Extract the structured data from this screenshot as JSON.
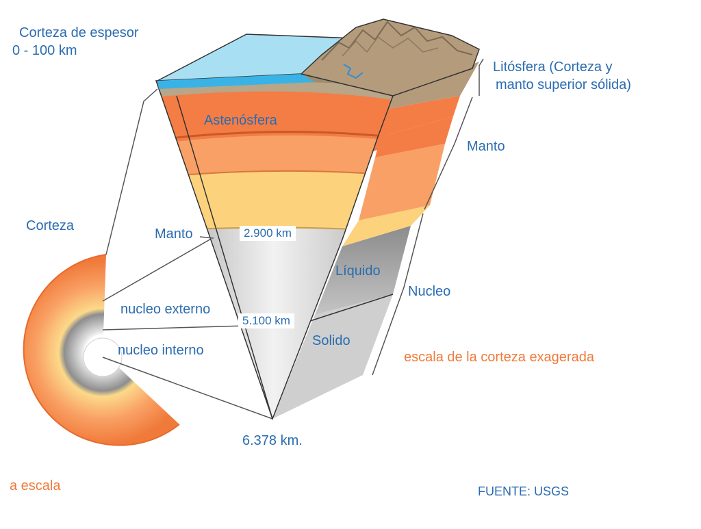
{
  "labels": {
    "crust_thickness": "Corteza de espesor",
    "crust_range": "0 - 100 km",
    "lithosphere_1": "Litósfera (Corteza y",
    "lithosphere_2": "manto superior sólida)",
    "asthenosphere": "Astenósfera",
    "mantle_right": "Manto",
    "crust_left": "Corteza",
    "mantle_left": "Manto",
    "depth_2900": "2.900 km",
    "liquid": "Líquido",
    "nucleus": "Nucleo",
    "outer_core": "nucleo externo",
    "depth_5100": "5.100 km",
    "inner_core": "nucleo interno",
    "solid": "Solido",
    "exaggerated_scale": "escala de la corteza exagerada",
    "depth_6378": "6.378 km.",
    "to_scale": "a escala",
    "source": "FUENTE: USGS"
  },
  "colors": {
    "label_blue": "#2a6cb0",
    "label_orange": "#f07a3a",
    "ocean": "#a9dff2",
    "asthenosphere": "#f47c45",
    "upper_mantle": "#f9a066",
    "lower_mantle": "#fcd27c",
    "outer_core": "#b9b9b9",
    "inner_core": "#d8d8d8",
    "crust_rock": "#a69476"
  }
}
